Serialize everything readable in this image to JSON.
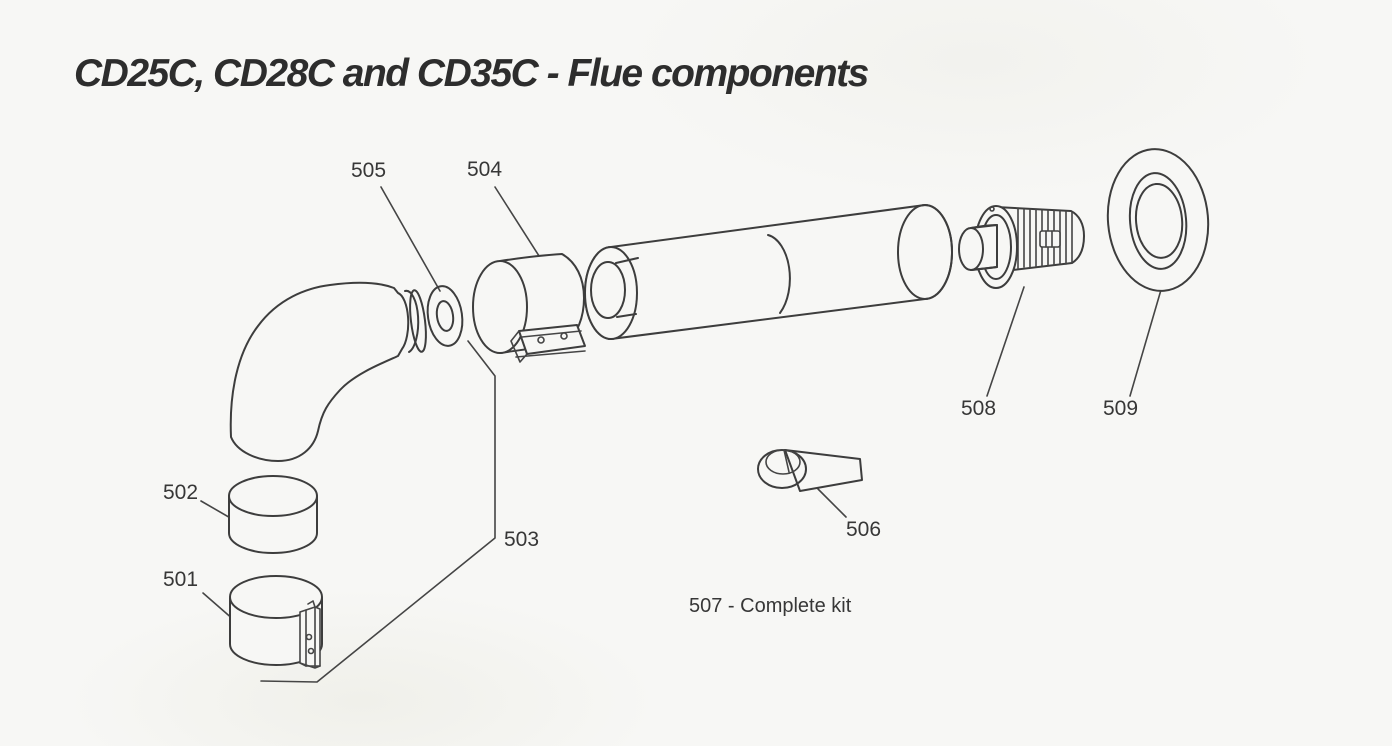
{
  "page": {
    "title": "CD25C, CD28C and CD35C - Flue components",
    "kit_note": "507 - Complete kit"
  },
  "labels": {
    "l501": "501",
    "l502": "502",
    "l503": "503",
    "l504": "504",
    "l505": "505",
    "l506": "506",
    "l508": "508",
    "l509": "509"
  },
  "colors": {
    "background": "#f7f7f5",
    "line": "#3d3d3d",
    "gasket_fill": "#4d4d4d",
    "gasket_hole": "#f7f7f5",
    "tape_roll_side": "#7d7d7d",
    "tape_roll_top": "#a8a8a8",
    "tape_strip": "#8f8f8f"
  }
}
